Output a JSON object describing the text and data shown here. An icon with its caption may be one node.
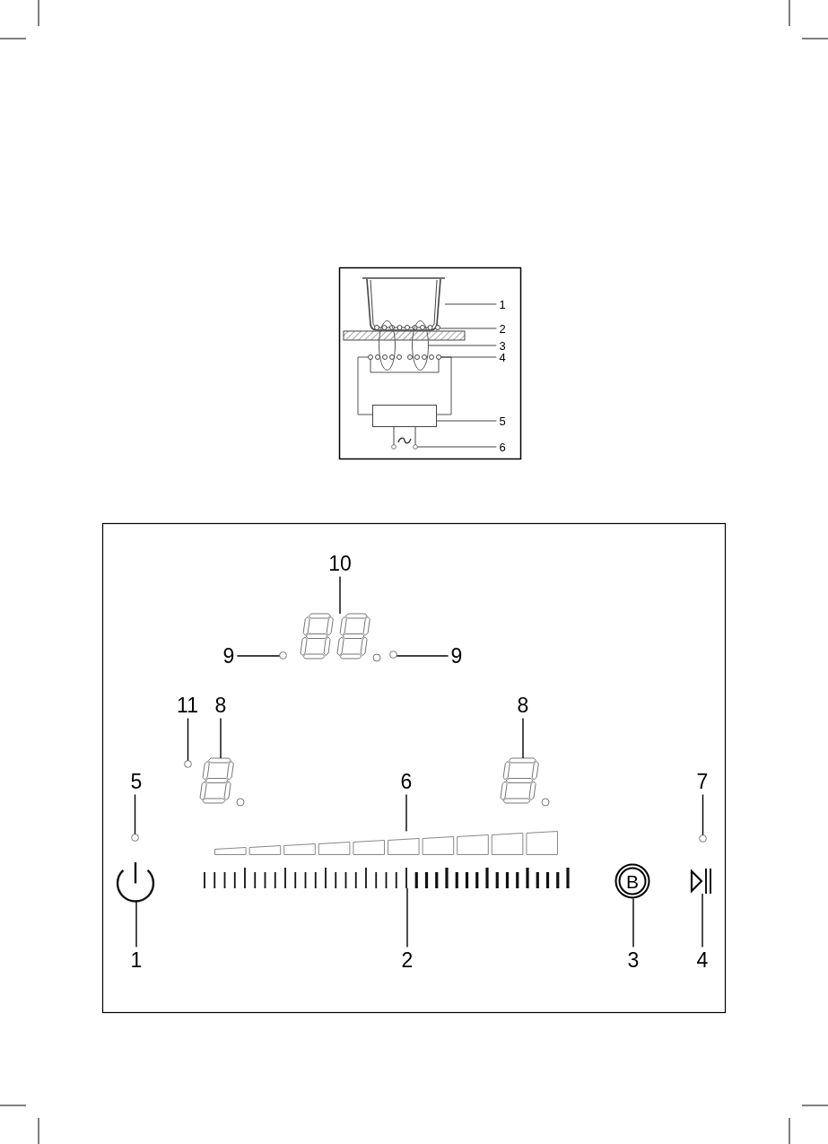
{
  "diagram": {
    "nodes": [
      {
        "text": [
          "1"
        ]
      },
      {
        "text": [],
        "shape": "pot"
      },
      {
        "text": [
          "2"
        ]
      },
      {
        "text": [],
        "shape": "coil",
        "in": 1
      },
      {
        "text": [
          "3"
        ]
      },
      {
        "text": [],
        "shape": "loop"
      },
      {
        "text": [
          "4"
        ]
      },
      {
        "text": [],
        "shape": "coil"
      },
      {
        "text": [
          "5"
        ]
      },
      {
        "text": [],
        "shape": "box"
      },
      {
        "text": [
          "6"
        ]
      },
      {
        "text": [],
        "shape": "circle"
      },
      {
        "text": [
          "10"
        ]
      },
      {
        "text": [],
        "shape": "display"
      },
      {
        "text": [
          "9"
        ]
      },
      {
        "text": [],
        "shape": "circle"
      },
      {
        "text": [],
        "shape": "circle"
      },
      {
        "text": [
          "9"
        ]
      },
      {
        "text": [
          "11"
        ]
      },
      {
        "text": [
          "8"
        ]
      },
      {
        "text": [],
        "shape": "circle"
      },
      {
        "text": [],
        "shape": "display"
      },
      {
        "text": [
          "8"
        ]
      },
      {
        "text": [],
        "shape": "display"
      },
      {
        "text": [
          "5"
        ]
      },
      {
        "text": [
          "6"
        ]
      },
      {
        "text": [
          "7"
        ]
      },
      {
        "text": [],
        "shape": "circle"
      },
      {
        "text": [],
        "shape": "bar"
      },
      {
        "text": [],
        "shape": "circle"
      },
      {
        "text": [],
        "shape": "power"
      },
      {
        "text": [],
        "shape": "scale"
      },
      {
        "text": [
          "B"
        ]
      },
      {
        "text": [],
        "shape": "play"
      },
      {
        "text": [
          "1"
        ]
      },
      {
        "text": [
          "2"
        ]
      },
      {
        "text": [
          "3"
        ]
      },
      {
        "text": [
          "4"
        ]
      },
      {
        "text": [],
        "shape": "circle"
      }
    ],
    "edges": [
      {
        "from": 0,
        "to": 1,
        "arrow": "none"
      },
      {
        "from": 2,
        "to": 3,
        "arrow": "none"
      },
      {
        "from": 4,
        "to": 5,
        "arrow": "none"
      },
      {
        "from": 6,
        "to": 7,
        "arrow": "none"
      },
      {
        "from": 8,
        "to": 9,
        "arrow": "none"
      },
      {
        "from": 10,
        "to": 11,
        "arrow": "none"
      },
      {
        "from": 12,
        "to": 13,
        "arrow": "none"
      },
      {
        "from": 14,
        "to": 15,
        "arrow": "none"
      },
      {
        "from": 17,
        "to": 16,
        "arrow": "none"
      },
      {
        "from": 18,
        "to": 20,
        "arrow": "none"
      },
      {
        "from": 19,
        "to": 21,
        "arrow": "none"
      },
      {
        "from": 22,
        "to": 23,
        "arrow": "none"
      },
      {
        "from": 24,
        "to": 27,
        "arrow": "none"
      },
      {
        "from": 25,
        "to": 28,
        "arrow": "none"
      },
      {
        "from": 26,
        "to": 29,
        "arrow": "none"
      },
      {
        "from": 34,
        "to": 30,
        "arrow": "none"
      },
      {
        "from": 35,
        "to": 31,
        "arrow": "none"
      },
      {
        "from": 36,
        "to": 32,
        "arrow": "none"
      },
      {
        "from": 37,
        "to": 33,
        "arrow": "none"
      },
      {
        "from": 9,
        "to": 38,
        "arrow": "none"
      },
      {
        "from": 9,
        "to": 11,
        "arrow": "none"
      }
    ]
  }
}
